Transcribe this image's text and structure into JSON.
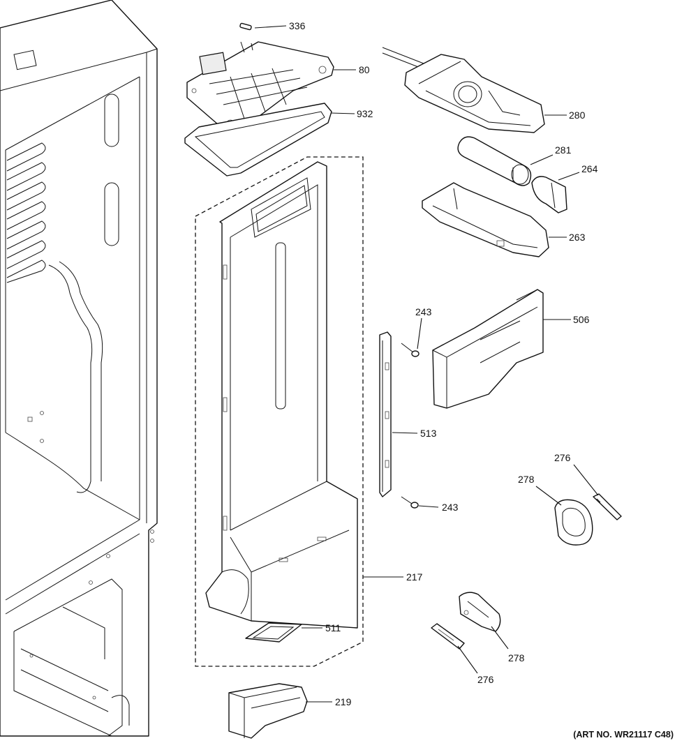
{
  "callouts": {
    "c336": "336",
    "c80": "80",
    "c932": "932",
    "c280": "280",
    "c281": "281",
    "c264": "264",
    "c263": "263",
    "c243a": "243",
    "c506": "506",
    "c513": "513",
    "c276a": "276",
    "c278a": "278",
    "c243b": "243",
    "c217": "217",
    "c511": "511",
    "c278b": "278",
    "c276b": "276",
    "c219": "219"
  },
  "art_number": "(ART NO. WR21117 C48)"
}
